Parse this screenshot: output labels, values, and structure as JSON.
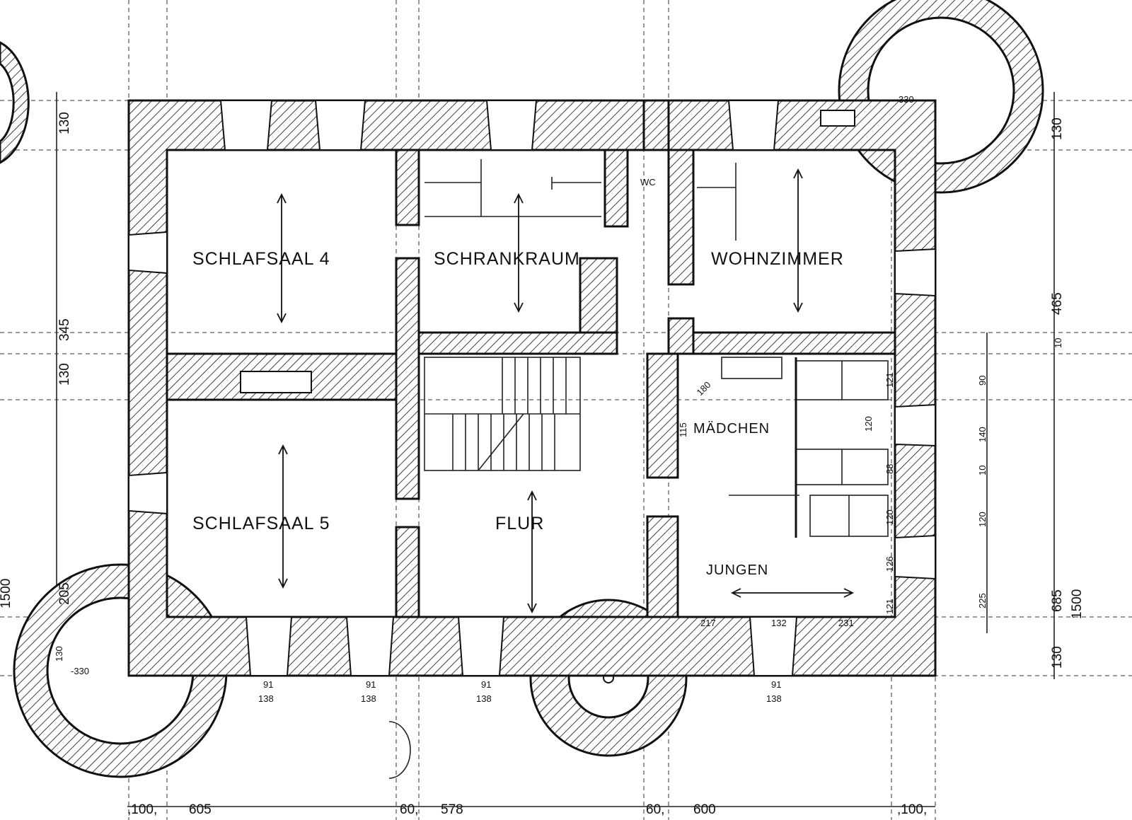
{
  "rooms": {
    "schlafsaal4": "SCHLAFSAAL 4",
    "schrankraum": "SCHRANKRAUM",
    "wohnzimmer": "WOHNZIMMER",
    "schlafsaal5": "SCHLAFSAAL 5",
    "flur": "FLUR",
    "maedchen": "MÄDCHEN",
    "jungen": "JUNGEN",
    "wc": "WC"
  },
  "dimensions": {
    "left": [
      "130",
      "345",
      "130",
      "1500"
    ],
    "left_small": [
      "205",
      "130"
    ],
    "right": [
      "130",
      "465",
      "10",
      "685",
      "1500",
      "130"
    ],
    "right_inner": [
      "90",
      "140",
      "10",
      "120",
      "225"
    ],
    "bottom": [
      ",100,",
      "605",
      "60,",
      "578",
      "60,",
      "600",
      ",100,"
    ],
    "window_top": [
      "91",
      "91",
      "91",
      "91"
    ],
    "window_bottom": [
      "138",
      "138",
      "138",
      "138"
    ],
    "tower_top": "330",
    "tower_bottom": "-330",
    "cabins": [
      "121",
      "120",
      "88",
      "120",
      "126",
      "121",
      "180",
      "115",
      "217",
      "132",
      "231"
    ]
  }
}
